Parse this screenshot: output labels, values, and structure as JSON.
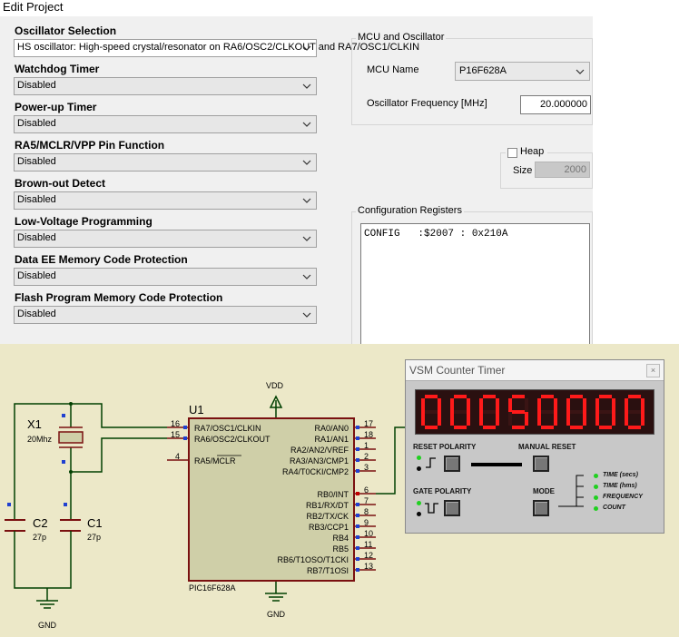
{
  "window": {
    "title": "Edit Project"
  },
  "config_fields": [
    {
      "label": "Oscillator Selection",
      "value": "HS oscillator: High-speed crystal/resonator on RA6/OSC2/CLKOUT and RA7/OSC1/CLKIN"
    },
    {
      "label": "Watchdog Timer",
      "value": "Disabled"
    },
    {
      "label": "Power-up Timer",
      "value": "Disabled"
    },
    {
      "label": "RA5/MCLR/VPP Pin Function",
      "value": "Disabled"
    },
    {
      "label": "Brown-out Detect",
      "value": "Disabled"
    },
    {
      "label": "Low-Voltage Programming",
      "value": "Disabled"
    },
    {
      "label": "Data EE Memory Code Protection",
      "value": "Disabled"
    },
    {
      "label": "Flash Program Memory Code Protection",
      "value": "Disabled"
    }
  ],
  "mcu_group": {
    "title": "MCU and Oscillator",
    "mcu_name_label": "MCU Name",
    "mcu_name_value": "P16F628A",
    "freq_label": "Oscillator Frequency [MHz]",
    "freq_value": "20.000000"
  },
  "heap": {
    "label": "Heap",
    "checked": false,
    "size_label": "Size",
    "size_value": "2000"
  },
  "config_registers": {
    "title": "Configuration Registers",
    "text": "CONFIG   :$2007 : 0x210A"
  },
  "schematic": {
    "chip_ref": "U1",
    "chip_part": "PIC16F628A",
    "vdd": "VDD",
    "gnd_left": "GND",
    "gnd_right": "GND",
    "crystal_ref": "X1",
    "crystal_value": "20Mhz",
    "c2_ref": "C2",
    "c2_value": "27p",
    "c1_ref": "C1",
    "c1_value": "27p",
    "left_pins": [
      {
        "num": "16",
        "name": "RA7/OSC1/CLKIN"
      },
      {
        "num": "15",
        "name": "RA6/OSC2/CLKOUT"
      },
      {
        "num": "4",
        "name": "RA5/MCLR"
      }
    ],
    "right_pins": [
      {
        "num": "17",
        "name": "RA0/AN0"
      },
      {
        "num": "18",
        "name": "RA1/AN1"
      },
      {
        "num": "1",
        "name": "RA2/AN2/VREF"
      },
      {
        "num": "2",
        "name": "RA3/AN3/CMP1"
      },
      {
        "num": "3",
        "name": "RA4/T0CKI/CMP2"
      },
      {
        "num": "6",
        "name": "RB0/INT"
      },
      {
        "num": "7",
        "name": "RB1/RX/DT"
      },
      {
        "num": "8",
        "name": "RB2/TX/CK"
      },
      {
        "num": "9",
        "name": "RB3/CCP1"
      },
      {
        "num": "10",
        "name": "RB4"
      },
      {
        "num": "11",
        "name": "RB5"
      },
      {
        "num": "12",
        "name": "RB6/T1OSO/T1CKI"
      },
      {
        "num": "13",
        "name": "RB7/T1OSI"
      }
    ]
  },
  "counter": {
    "title": "VSM Counter Timer",
    "close": "×",
    "display": "00050000",
    "reset_polarity": "RESET POLARITY",
    "manual_reset": "MANUAL RESET",
    "gate_polarity": "GATE POLARITY",
    "mode": "MODE",
    "modes": [
      "TIME (secs)",
      "TIME (hms)",
      "FREQUENCY",
      "COUNT"
    ],
    "selected_mode": "FREQUENCY"
  },
  "colors": {
    "wire": "#004000",
    "chip_border": "#7a1010",
    "chip_fill": "#cfcfa8",
    "pin_blue": "#2040d0",
    "pin_red": "#c00000",
    "led_on": "#20d020",
    "segment": "#ff1a1a"
  }
}
